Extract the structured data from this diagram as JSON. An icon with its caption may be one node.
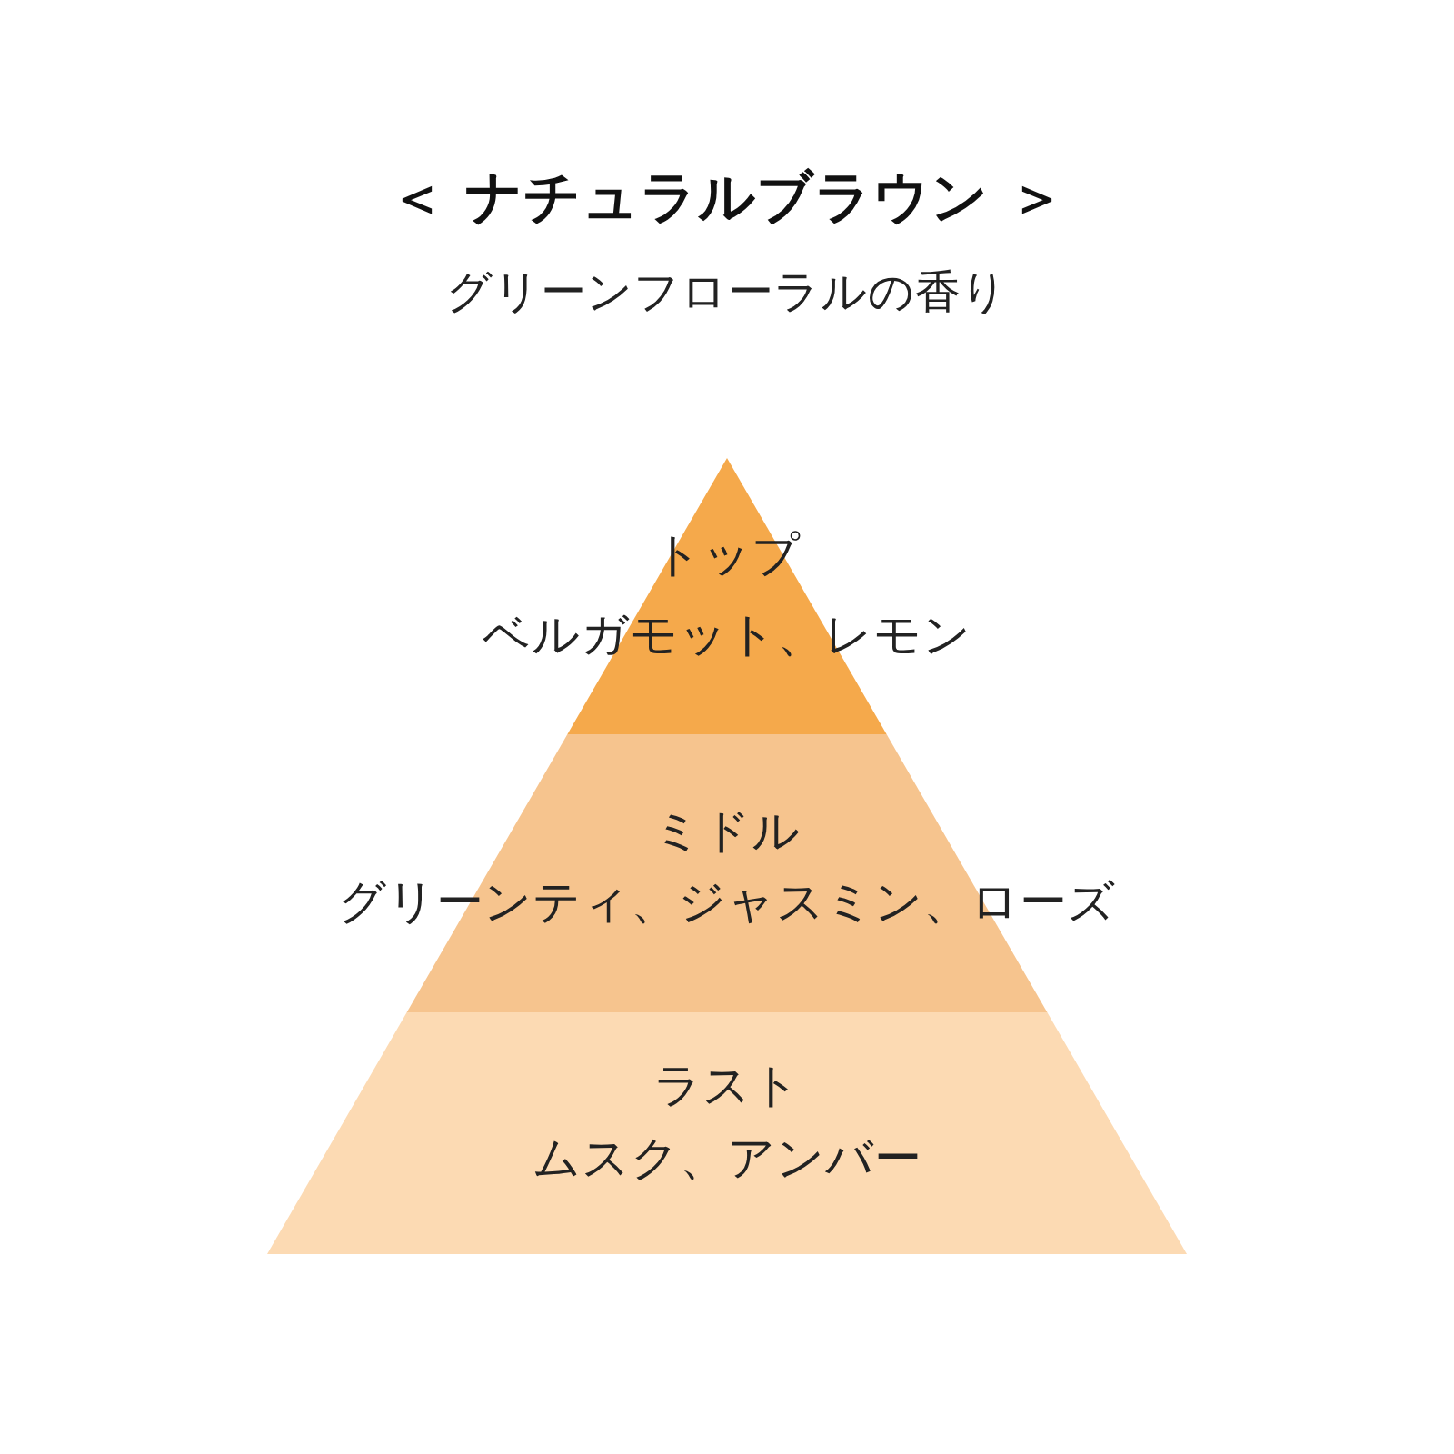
{
  "diagram": {
    "title": "＜ ナチュラルブラウン ＞",
    "nodes": [
      {
        "text": [
          "トップ",
          "ベルガモット、レモン"
        ]
      },
      {
        "text": [
          "ミドル",
          "グリーンティ、ジャスミン、ローズ"
        ]
      },
      {
        "text": [
          "ラスト",
          "ムスク、アンバー"
        ]
      }
    ],
    "labels": [
      "グリーンフローラルの香り"
    ]
  }
}
